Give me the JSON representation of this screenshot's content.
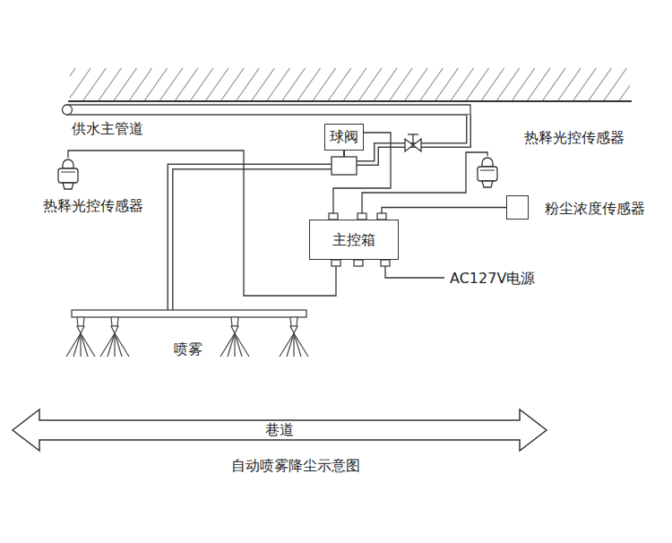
{
  "diagram": {
    "caption": "自动喷雾降尘示意图",
    "nodes": [
      {
        "text": [
          "球阀"
        ]
      },
      {
        "text": [
          "热释光控传感器"
        ]
      },
      {
        "text": [
          "热释光控传感器"
        ]
      },
      {
        "text": [
          "粉尘浓度传感器"
        ]
      },
      {
        "text": [
          "主控箱"
        ]
      },
      {
        "text": [
          "巷道"
        ]
      }
    ],
    "edges": [
      {
        "from": 1,
        "to": 4,
        "arrow": "none"
      },
      {
        "from": 2,
        "to": 4,
        "arrow": "none"
      },
      {
        "from": 3,
        "to": 4,
        "arrow": "none"
      },
      {
        "from": 0,
        "to": 4,
        "arrow": "none"
      }
    ],
    "labels": [
      "供水主管道",
      "喷雾",
      "AC127V电源"
    ]
  }
}
